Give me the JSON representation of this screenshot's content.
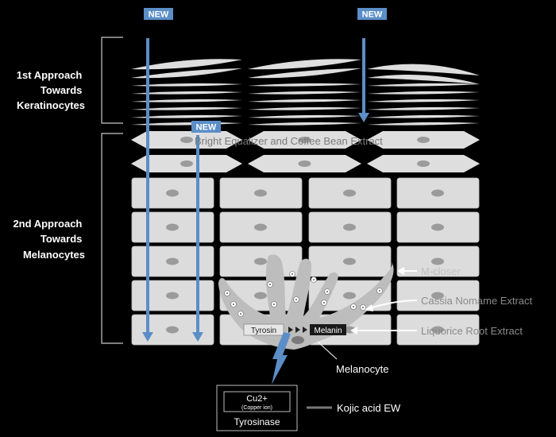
{
  "badges": {
    "new_left": "NEW",
    "new_right": "NEW",
    "new_middle": "NEW"
  },
  "labels": {
    "approach1": [
      "1st Approach",
      "Towards",
      "Keratinocytes"
    ],
    "approach2": [
      "2nd Approach",
      "Towards",
      "Melanocytes"
    ],
    "bright_equalizer": "Bright Equalizer and Coffee Bean Extract",
    "m_closer": "M-closer",
    "cassia": "Cassia Nomame Extract",
    "liquorice": "Liquorice Root Extract",
    "melanocyte": "Melanocyte",
    "tyrosin": "Tyrosin",
    "melanin": "Melanin",
    "cu2": "Cu2+",
    "copper_ion": "(Copper ion)",
    "tyrosinase": "Tyrosinase",
    "kojic": "Kojic acid EW"
  },
  "colors": {
    "background": "#000000",
    "cell": "#d9d9d9",
    "nucleus": "#9b9b9b",
    "arrow_blue": "#5b8ec7",
    "badge_blue": "#5b8ec7",
    "bracket": "#c8c8c8",
    "callout_text": "#c0c0c0",
    "melanocyte": "#bdbdbd"
  }
}
